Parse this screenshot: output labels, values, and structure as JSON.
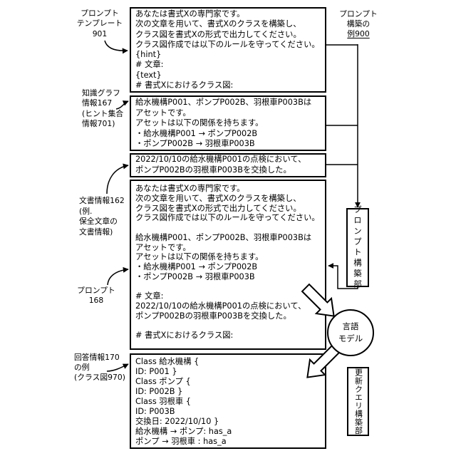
{
  "figure_label": [
    "プロンプト",
    "構築の",
    "例900"
  ],
  "annotations": {
    "template": [
      "プロンプト",
      "テンプレート",
      "901"
    ],
    "knowledge_graph": [
      "知識グラフ",
      "情報167",
      "(ヒント集合",
      "情報701)"
    ],
    "document": [
      "文書情報162",
      "(例.",
      "保全文章の",
      "文書情報)"
    ],
    "prompt": [
      "プロンプト",
      "168"
    ],
    "answer": [
      "回答情報170",
      "の例",
      "(クラス図970)"
    ]
  },
  "template_box": [
    "あなたは書式Xの専門家です。",
    "次の文章を用いて、書式Xのクラスを構築し、",
    "クラス図を書式Xの形式で出力してください。",
    "クラス図作成では以下のルールを守ってください。",
    "{hint}",
    "# 文章:",
    "{text}",
    "# 書式Xにおけるクラス図:"
  ],
  "knowledge_graph_box": [
    "給水機構P001、ポンプP002B、羽根車P003Bは",
    "アセットです。",
    "アセットは以下の関係を持ちます。",
    "・給水機構P001 → ポンプP002B",
    "・ポンプP002B → 羽根車P003B"
  ],
  "document_box": [
    "2022/10/10の給水機構P001の点検において、",
    "ポンプP002Bの羽根車P003Bを交換した。"
  ],
  "prompt_box": {
    "instruction": [
      "あなたは書式Xの専門家です。",
      "次の文章を用いて、書式Xのクラスを構築し、",
      "クラス図を書式Xの形式で出力してください。",
      "クラス図作成では以下のルールを守ってください。"
    ],
    "hints": [
      "給水機構P001、ポンプP002B、羽根車P003Bは",
      "アセットです。",
      "アセットは以下の関係を持ちます。",
      "・給水機構P001 → ポンプP002B",
      "・ポンプP002B → 羽根車P003B"
    ],
    "text": [
      "# 文章:",
      "2022/10/10の給水機構P001の点検において、",
      "ポンプP002Bの羽根車P003Bを交換した。"
    ],
    "footer": "# 書式Xにおけるクラス図:"
  },
  "answer_box": [
    "Class 給水機構 {",
    "ID: P001 }",
    "Class ポンプ {",
    "ID: P002B }",
    "Class 羽根車 {",
    "ID: P003B",
    "交換日: 2022/10/10 }",
    "給水機構 → ポンプ: has_a",
    "ポンプ → 羽根車 : has_a"
  ],
  "components": {
    "prompt_builder": "プロンプト構築部",
    "language_model": [
      "言語",
      "モデル"
    ],
    "query_builder": "更新クエリ構築部"
  },
  "colors": {
    "line": "#000000",
    "background": "#ffffff"
  }
}
